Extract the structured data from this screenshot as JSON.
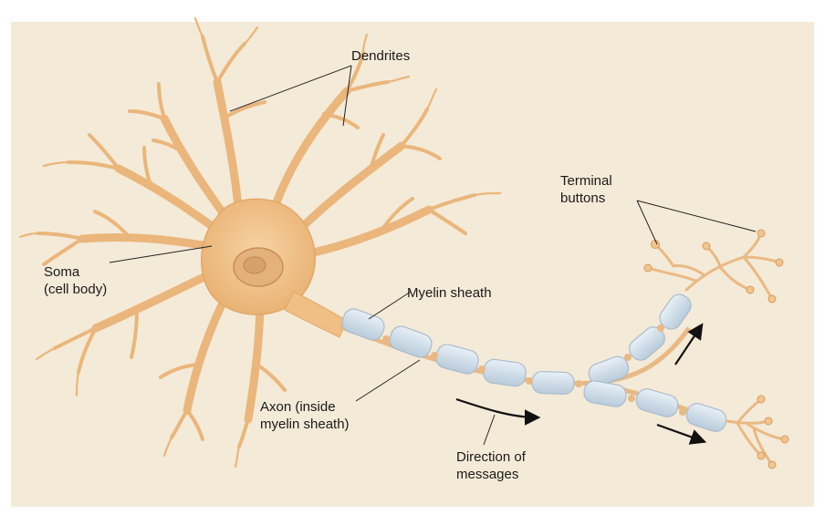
{
  "labels": {
    "dendrites": "Dendrites",
    "terminal_line1": "Terminal",
    "terminal_line2": "buttons",
    "soma_line1": "Soma",
    "soma_line2": "(cell body)",
    "myelin": "Myelin sheath",
    "axon_line1": "Axon (inside",
    "axon_line2": "myelin sheath)",
    "direction_line1": "Direction of",
    "direction_line2": "messages"
  },
  "colors": {
    "background": "#f4ead8",
    "neuron_fill": "#f0c58e",
    "neuron_stroke": "#d99a5a",
    "nucleus": "#e5b27a",
    "myelin_fill": "#d6e2ec",
    "myelin_stroke": "#a9bccd",
    "node": "#e9b984"
  }
}
